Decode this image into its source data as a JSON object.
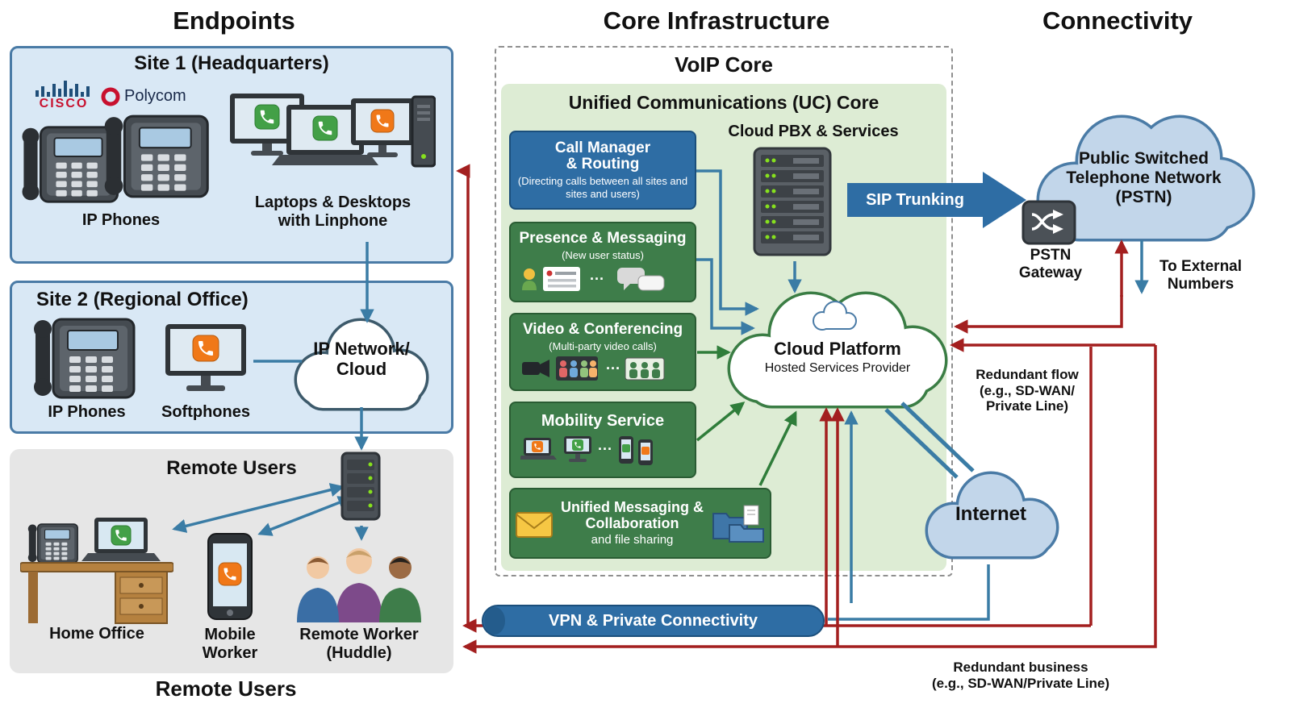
{
  "headers": {
    "endpoints": "Endpoints",
    "core": "Core Infrastructure",
    "connectivity": "Connectivity"
  },
  "endpoints": {
    "site1": {
      "title": "Site 1 (Headquarters)",
      "cisco": "CISCO",
      "polycom": "Polycom",
      "ip_phones": "IP Phones",
      "laptops_line1": "Laptops & Desktops",
      "laptops_line2": "with Linphone"
    },
    "site2": {
      "title": "Site 2 (Regional Office)",
      "ip_phones": "IP Phones",
      "softphones": "Softphones"
    },
    "remote": {
      "title": "Remote Users",
      "home_office": "Home Office",
      "mobile_line1": "Mobile",
      "mobile_line2": "Worker",
      "huddle_line1": "Remote Worker",
      "huddle_line2": "(Huddle)",
      "footer": "Remote Users"
    },
    "network_cloud_line1": "IP Network/",
    "network_cloud_line2": "Cloud"
  },
  "core": {
    "voip_title": "VoIP Core",
    "uc_title": "Unified Communications (UC) Core",
    "pbx_label": "Cloud PBX & Services",
    "call_manager": {
      "title_line1": "Call Manager",
      "title_line2": "& Routing",
      "subtitle": "(Directing calls between all sites and sites and users)"
    },
    "presence": {
      "title": "Presence & Messaging",
      "subtitle": "(New user status)",
      "ellipsis": "···"
    },
    "video": {
      "title": "Video & Conferencing",
      "subtitle": "(Multi-party video calls)",
      "ellipsis": "···"
    },
    "mobility": {
      "title": "Mobility Service",
      "ellipsis": "···"
    },
    "unified": {
      "title_line1": "Unified Messaging &",
      "title_line2": "Collaboration",
      "subtitle": "and file sharing"
    },
    "cloud_platform": {
      "title": "Cloud Platform",
      "subtitle": "Hosted Services Provider"
    },
    "sip_trunking": "SIP Trunking",
    "vpn": "VPN & Private Connectivity"
  },
  "connectivity": {
    "pstn_line1": "Public Switched",
    "pstn_line2": "Telephone Network",
    "pstn_line3": "(PSTN)",
    "gateway_line1": "PSTN",
    "gateway_line2": "Gateway",
    "external_line1": "To External",
    "external_line2": "Numbers",
    "internet": "Internet",
    "redundant_flow_line1": "Redundant flow",
    "redundant_flow_line2": "(e.g., SD-WAN/",
    "redundant_flow_line3": "Private Line)",
    "redundant_business_line1": "Redundant business",
    "redundant_business_line2": "(e.g., SD-WAN/Private Line)"
  },
  "colors": {
    "site_box_fill": "#d9e8f5",
    "uc_fill": "#ddecd4",
    "blue_box": "#2e6da4",
    "green_box": "#3e7d4a",
    "arrow_blue": "#3a7ca5",
    "arrow_red": "#a31f1f",
    "arrow_green": "#2f7d3a",
    "cloud_blue_fill": "#c2d6ea"
  }
}
